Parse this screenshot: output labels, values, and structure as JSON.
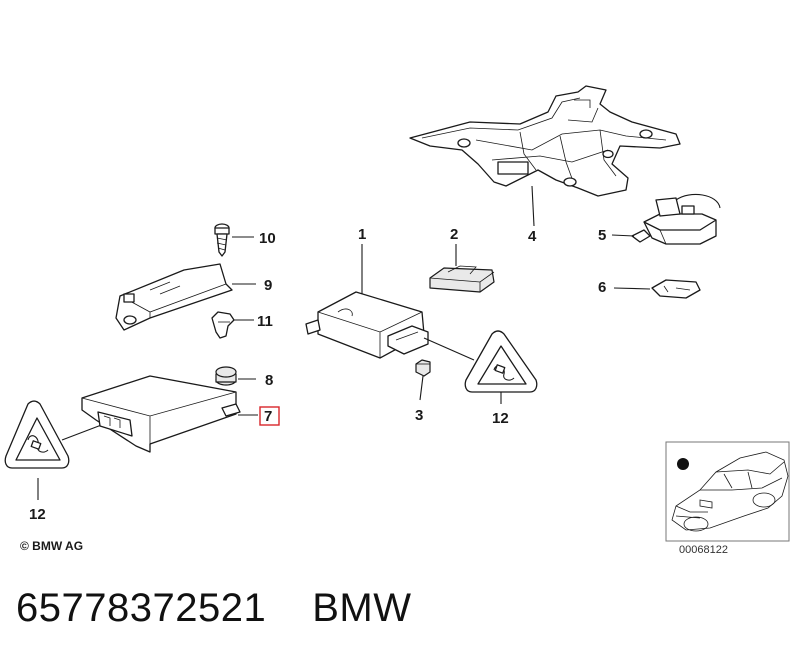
{
  "diagram": {
    "callouts": [
      {
        "id": "1",
        "label": "1"
      },
      {
        "id": "2",
        "label": "2"
      },
      {
        "id": "3",
        "label": "3"
      },
      {
        "id": "4",
        "label": "4"
      },
      {
        "id": "5",
        "label": "5"
      },
      {
        "id": "6",
        "label": "6"
      },
      {
        "id": "7",
        "label": "7"
      },
      {
        "id": "8",
        "label": "8"
      },
      {
        "id": "9",
        "label": "9"
      },
      {
        "id": "10",
        "label": "10"
      },
      {
        "id": "11",
        "label": "11"
      },
      {
        "id": "12a",
        "label": "12"
      },
      {
        "id": "12b",
        "label": "12"
      }
    ],
    "highlighted_callout": "7",
    "highlight_color": "#d9262b",
    "copyright": "© BMW AG",
    "thumbnail_code": "00068122"
  },
  "caption": {
    "part_number": "65778372521",
    "brand": "BMW"
  }
}
